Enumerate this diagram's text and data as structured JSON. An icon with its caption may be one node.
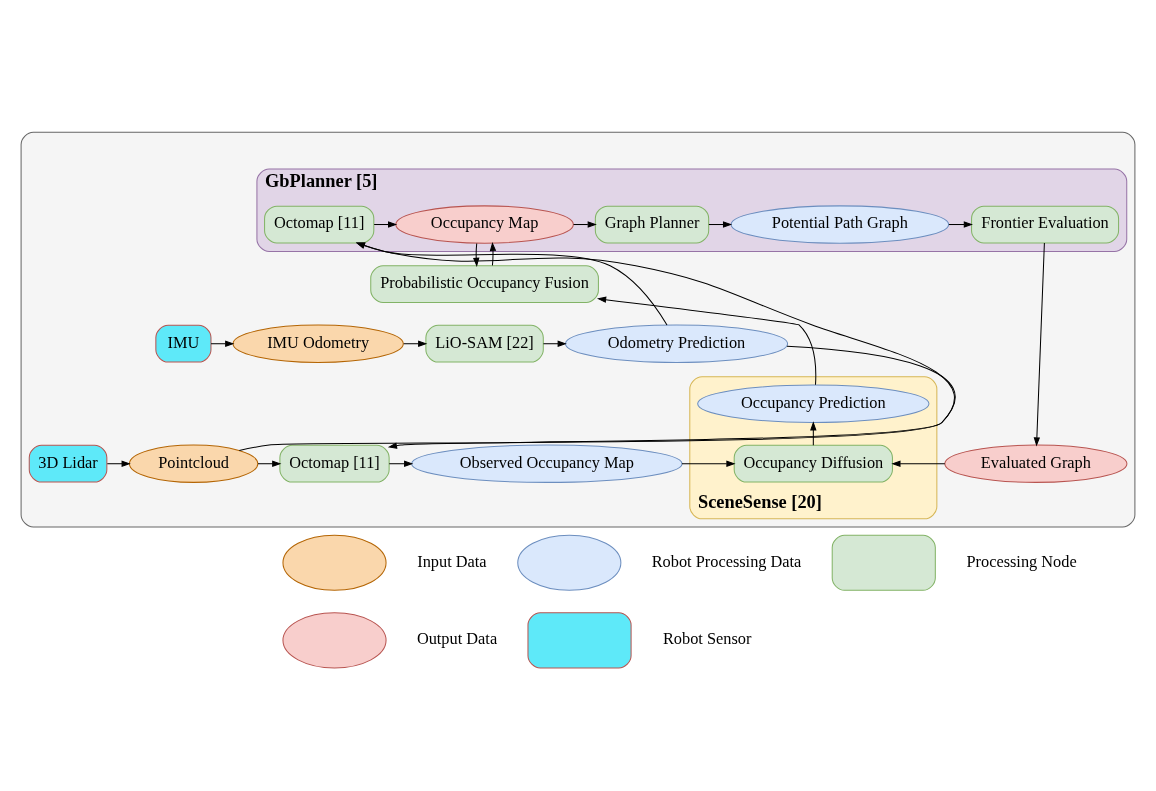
{
  "diagram": {
    "nodes": [
      {
        "text": [],
        "shape": "box"
      },
      {
        "text": [
          "GbPlanner [5]"
        ],
        "in": 0
      },
      {
        "text": [
          "Octomap [11]"
        ],
        "in": 1
      },
      {
        "text": [
          "Occupancy Map"
        ],
        "in": 1
      },
      {
        "text": [
          "Graph Planner"
        ],
        "in": 1
      },
      {
        "text": [
          "Potential Path Graph"
        ],
        "in": 1
      },
      {
        "text": [
          "Frontier Evaluation"
        ],
        "in": 1
      },
      {
        "text": [
          "Probabilistic Occupancy Fusion"
        ],
        "in": 0
      },
      {
        "text": [
          "IMU"
        ],
        "in": 0
      },
      {
        "text": [
          "IMU Odometry"
        ],
        "in": 0
      },
      {
        "text": [
          "LiO-SAM [22]"
        ],
        "in": 0
      },
      {
        "text": [
          "Odometry Prediction"
        ],
        "in": 0
      },
      {
        "text": [
          "SceneSense [20]"
        ],
        "in": 0
      },
      {
        "text": [
          "Occupancy Prediction"
        ],
        "in": 12
      },
      {
        "text": [
          "3D Lidar"
        ],
        "in": 0
      },
      {
        "text": [
          "Pointcloud"
        ],
        "in": 0
      },
      {
        "text": [
          "Octomap [11]"
        ],
        "in": 0
      },
      {
        "text": [
          "Observed Occupancy Map"
        ],
        "in": 0
      },
      {
        "text": [
          "Occupancy Diffusion"
        ],
        "in": 12
      },
      {
        "text": [
          "Evaluated Graph"
        ],
        "in": 0
      },
      {
        "text": [],
        "shape": "ellipse"
      },
      {
        "text": [],
        "shape": "ellipse"
      },
      {
        "text": [],
        "shape": "box"
      },
      {
        "text": [],
        "shape": "ellipse"
      },
      {
        "text": [],
        "shape": "box"
      }
    ],
    "edges": [
      {
        "from": 2,
        "to": 3,
        "arrow": "to"
      },
      {
        "from": 3,
        "to": 4,
        "arrow": "to"
      },
      {
        "from": 4,
        "to": 5,
        "arrow": "to"
      },
      {
        "from": 5,
        "to": 6,
        "arrow": "to"
      },
      {
        "from": 6,
        "to": 19,
        "arrow": "to"
      },
      {
        "from": 3,
        "to": 7,
        "arrow": "to"
      },
      {
        "from": 7,
        "to": 3,
        "arrow": "to"
      },
      {
        "from": 11,
        "to": 2,
        "arrow": "to"
      },
      {
        "from": 8,
        "to": 9,
        "arrow": "to"
      },
      {
        "from": 9,
        "to": 10,
        "arrow": "to"
      },
      {
        "from": 10,
        "to": 11,
        "arrow": "to"
      },
      {
        "from": 11,
        "to": 16,
        "arrow": "to"
      },
      {
        "from": 14,
        "to": 15,
        "arrow": "to"
      },
      {
        "from": 15,
        "to": 16,
        "arrow": "to"
      },
      {
        "from": 15,
        "to": 2,
        "arrow": "to"
      },
      {
        "from": 16,
        "to": 17,
        "arrow": "to"
      },
      {
        "from": 17,
        "to": 18,
        "arrow": "to"
      },
      {
        "from": 19,
        "to": 18,
        "arrow": "to"
      },
      {
        "from": 18,
        "to": 13,
        "arrow": "to"
      },
      {
        "from": 13,
        "to": 7,
        "arrow": "to"
      }
    ],
    "legend": [
      {
        "text": "Input Data"
      },
      {
        "text": "Robot Processing Data"
      },
      {
        "text": "Processing Node"
      },
      {
        "text": "Output Data"
      },
      {
        "text": "Robot Sensor"
      }
    ]
  }
}
